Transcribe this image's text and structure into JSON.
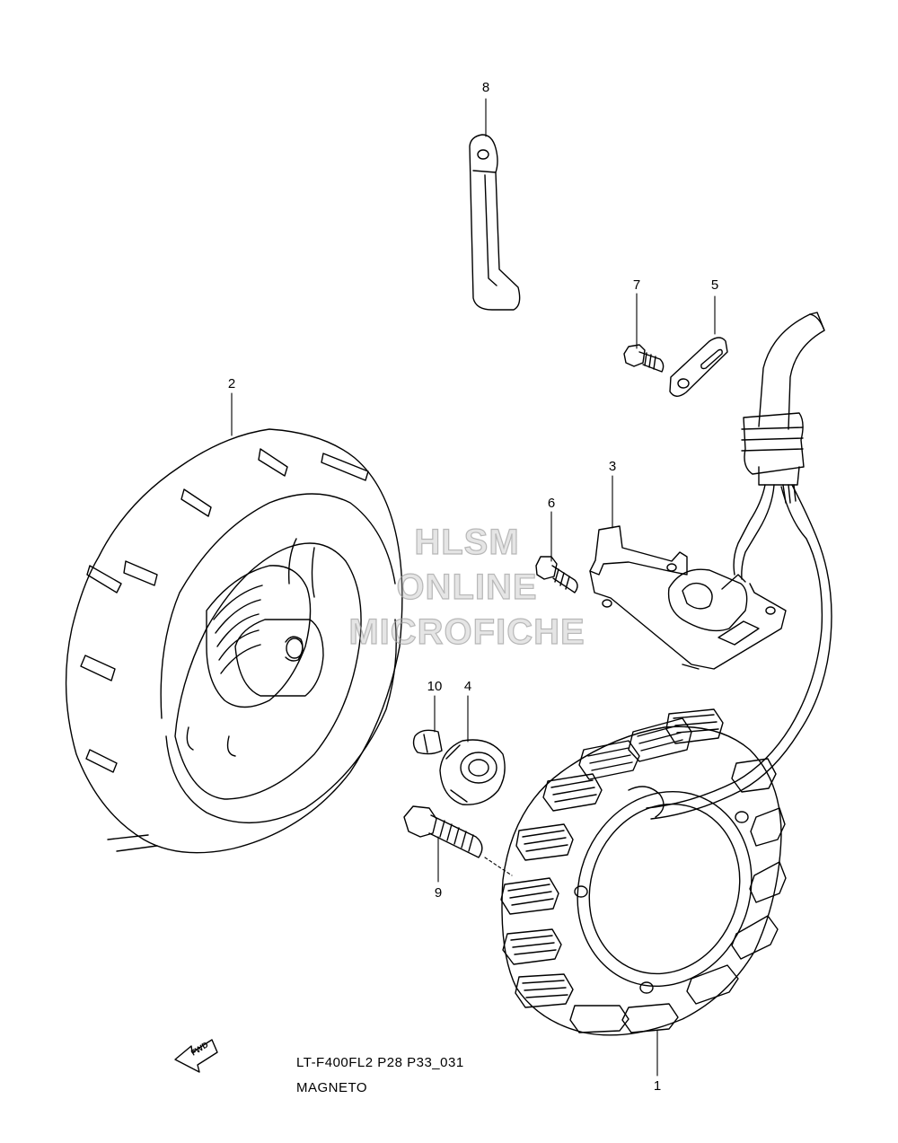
{
  "callouts": {
    "c1": "1",
    "c2": "2",
    "c3": "3",
    "c4": "4",
    "c5": "5",
    "c6": "6",
    "c7": "7",
    "c8": "8",
    "c9": "9",
    "c10": "10"
  },
  "watermark": {
    "line1": "HLSM",
    "line2": "ONLINE",
    "line3": "MICROFICHE"
  },
  "footer": {
    "code": "LT-F400FL2 P28 P33_031",
    "title": "MAGNETO",
    "fwd_label": "FWD"
  },
  "colors": {
    "line": "#000000",
    "watermark": "#b4b4b4"
  }
}
